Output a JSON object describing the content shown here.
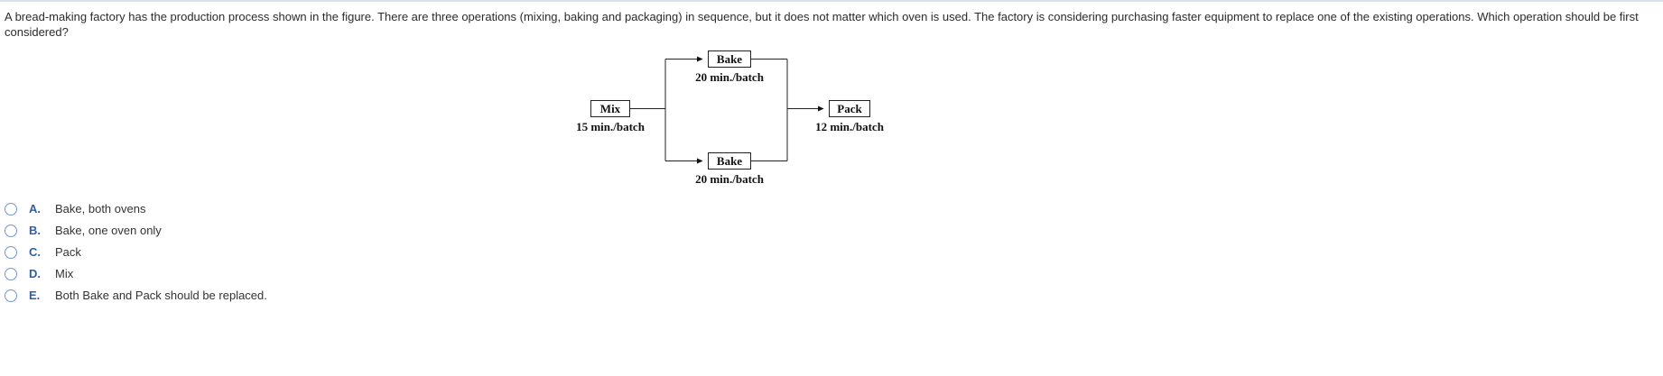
{
  "question": {
    "text": "A bread-making factory has the production process shown in the figure. There are three operations (mixing, baking and packaging) in sequence, but it does not matter which oven is used. The factory is considering purchasing faster equipment to replace one of the existing operations. Which operation should be first considered?"
  },
  "diagram": {
    "nodes": {
      "mix": {
        "label": "Mix",
        "rate": "15 min./batch"
      },
      "bake_top": {
        "label": "Bake",
        "rate": "20 min./batch"
      },
      "bake_bottom": {
        "label": "Bake",
        "rate": "20 min./batch"
      },
      "pack": {
        "label": "Pack",
        "rate": "12 min./batch"
      }
    }
  },
  "options": [
    {
      "letter": "A.",
      "text": "Bake, both ovens"
    },
    {
      "letter": "B.",
      "text": "Bake, one oven only"
    },
    {
      "letter": "C.",
      "text": "Pack"
    },
    {
      "letter": "D.",
      "text": "Mix"
    },
    {
      "letter": "E.",
      "text": "Both Bake and Pack should be replaced."
    }
  ],
  "colors": {
    "option_letter": "#2d5fa8",
    "radio_border": "#6e96c8",
    "top_line": "#d9e2ec"
  }
}
